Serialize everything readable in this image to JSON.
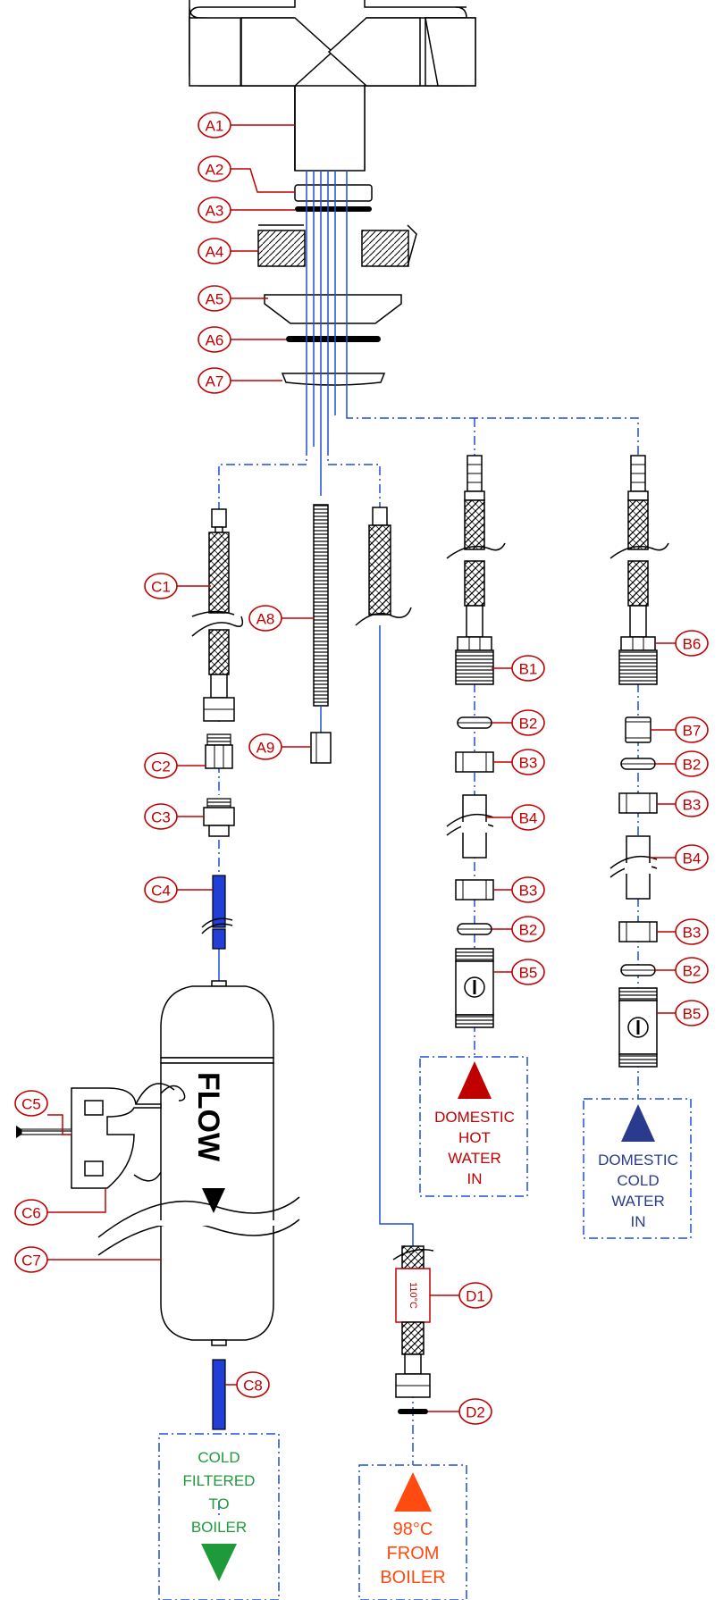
{
  "labels": {
    "A1": "A1",
    "A2": "A2",
    "A3": "A3",
    "A4": "A4",
    "A5": "A5",
    "A6": "A6",
    "A7": "A7",
    "A8": "A8",
    "A9": "A9",
    "B1": "B1",
    "B2": "B2",
    "B3": "B3",
    "B4": "B4",
    "B5": "B5",
    "B6": "B6",
    "B7": "B7",
    "C1": "C1",
    "C2": "C2",
    "C3": "C3",
    "C4": "C4",
    "C5": "C5",
    "C6": "C6",
    "C7": "C7",
    "C8": "C8",
    "D1": "D1",
    "D2": "D2"
  },
  "filter_text": "FLOW",
  "hose_temp": "110°C",
  "boxes": {
    "hot_in": [
      "DOMESTIC",
      "HOT",
      "WATER",
      "IN"
    ],
    "cold_in": [
      "DOMESTIC",
      "COLD",
      "WATER",
      "IN"
    ],
    "to_boiler": [
      "COLD",
      "FILTERED",
      "TO",
      "BOILER"
    ],
    "from_boiler": [
      "98°C",
      "FROM",
      "BOILER"
    ]
  },
  "colors": {
    "callout": "#c00000",
    "pipe": "#1f4fd6",
    "hot": "#c00000",
    "cold": "#2a3a8c",
    "filtered": "#1f9a3a",
    "boiler": "#ff4a10",
    "tube": "#1f3fd6"
  }
}
